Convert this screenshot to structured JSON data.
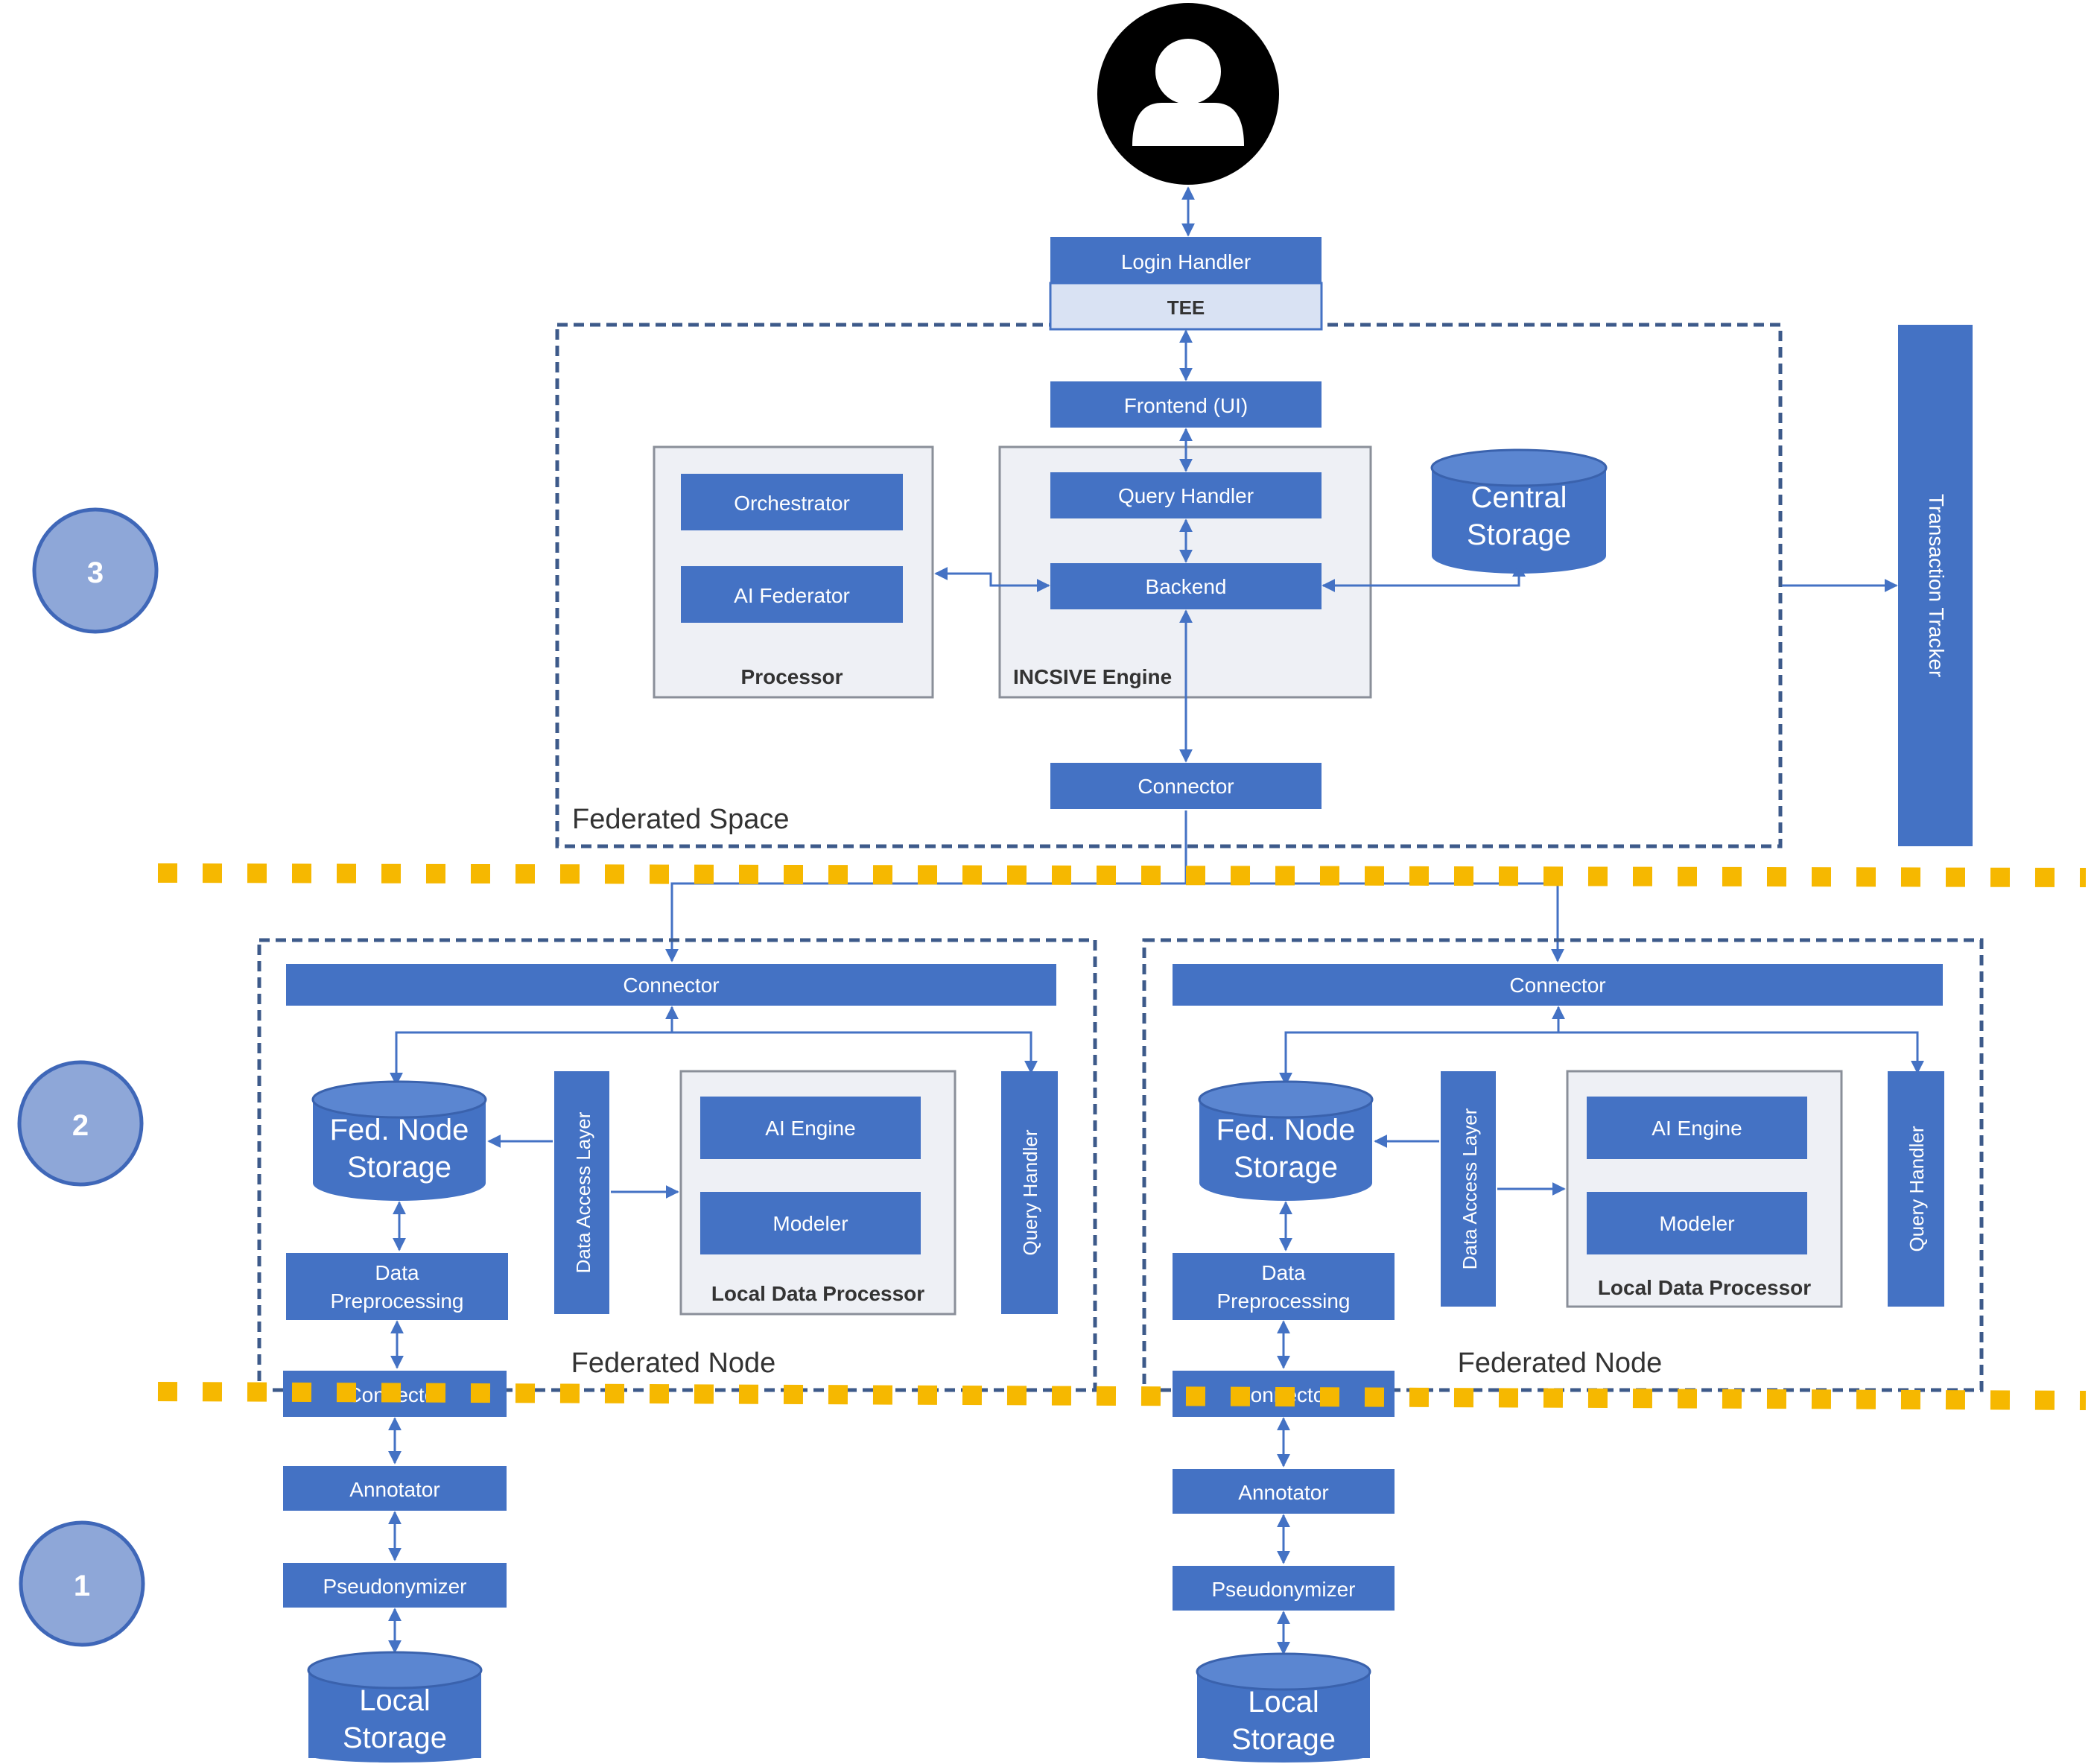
{
  "user": {
    "icon": "user-avatar-icon"
  },
  "top": {
    "login_handler": "Login Handler",
    "tee": "TEE",
    "frontend": "Frontend (UI)",
    "query_handler": "Query Handler",
    "backend": "Backend",
    "engine_label": "INCSIVE Engine",
    "orchestrator": "Orchestrator",
    "ai_federator": "AI Federator",
    "processor_label": "Processor",
    "central_storage_1": "Central",
    "central_storage_2": "Storage",
    "connector": "Connector",
    "space_label": "Federated Space",
    "transaction_tracker": "Transaction Tracker"
  },
  "nodes": [
    {
      "connector": "Connector",
      "storage_1": "Fed. Node",
      "storage_2": "Storage",
      "data_access_layer": "Data Access Layer",
      "ai_engine": "AI Engine",
      "modeler": "Modeler",
      "ldp_label": "Local Data Processor",
      "query_handler": "Query Handler",
      "preproc_1": "Data",
      "preproc_2": "Preprocessing",
      "node_label": "Federated Node",
      "bottom_connector": "Connector",
      "annotator": "Annotator",
      "pseudonymizer": "Pseudonymizer",
      "local_storage_1": "Local",
      "local_storage_2": "Storage"
    },
    {
      "connector": "Connector",
      "storage_1": "Fed. Node",
      "storage_2": "Storage",
      "data_access_layer": "Data Access Layer",
      "ai_engine": "AI Engine",
      "modeler": "Modeler",
      "ldp_label": "Local Data Processor",
      "query_handler": "Query Handler",
      "preproc_1": "Data",
      "preproc_2": "Preprocessing",
      "node_label": "Federated Node",
      "bottom_connector": "Connector",
      "annotator": "Annotator",
      "pseudonymizer": "Pseudonymizer",
      "local_storage_1": "Local",
      "local_storage_2": "Storage"
    }
  ],
  "levels": [
    "3",
    "2",
    "1"
  ],
  "colors": {
    "box": "#4472c4",
    "divider": "#f6b800",
    "level_circle": "#8ea7d8"
  }
}
